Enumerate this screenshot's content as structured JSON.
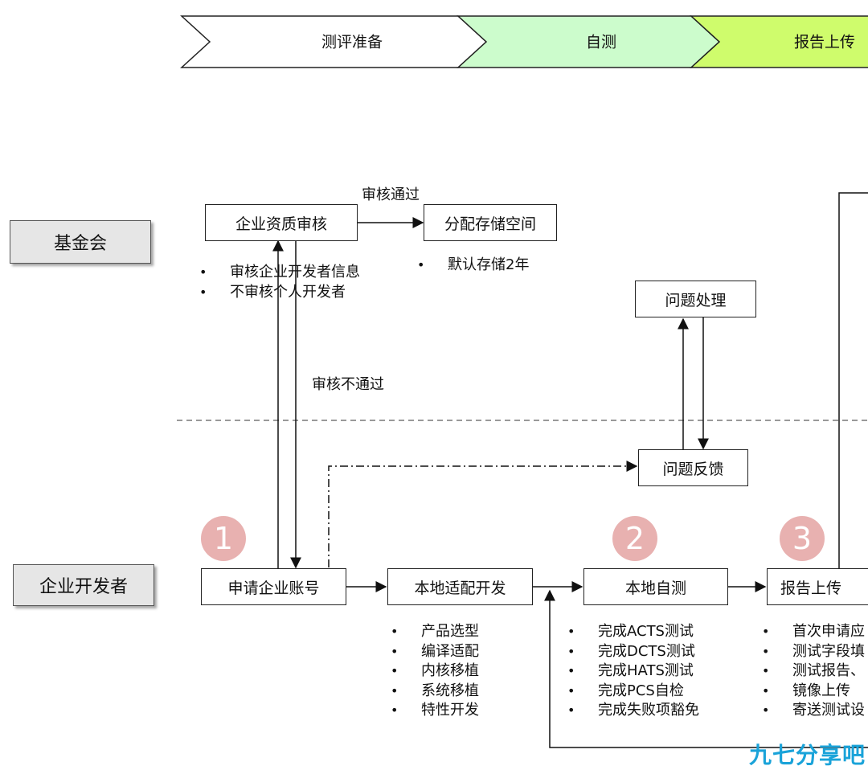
{
  "colors": {
    "phase1_fill": "#ffffff",
    "phase2_fill": "#ccfccc",
    "phase3_fill": "#cffc6c",
    "badge": "#e8b1b0",
    "role_fill": "#e6e6e6",
    "watermark": "#1aa3d9"
  },
  "phases": [
    "测评准备",
    "自测",
    "报告上传"
  ],
  "roles": {
    "foundation": "基金会",
    "developer": "企业开发者"
  },
  "nodes": {
    "qual_review": "企业资质审核",
    "alloc_storage": "分配存储空间",
    "issue_handle": "问题处理",
    "issue_feedback": "问题反馈",
    "apply_account": "申请企业账号",
    "local_dev": "本地适配开发",
    "self_test": "本地自测",
    "report_upload": "报告上传"
  },
  "edge_labels": {
    "pass": "审核通过",
    "fail": "审核不通过"
  },
  "notes": {
    "qual_review": [
      "审核企业开发者信息",
      "不审核个人开发者"
    ],
    "alloc_storage": [
      "默认存储2年"
    ],
    "local_dev": [
      "产品选型",
      "编译适配",
      "内核移植",
      "系统移植",
      "特性开发"
    ],
    "self_test": [
      "完成ACTS测试",
      "完成DCTS测试",
      "完成HATS测试",
      "完成PCS自检",
      "完成失败项豁免"
    ],
    "report_upload": [
      "首次申请应",
      "测试字段填",
      "测试报告、",
      "镜像上传",
      "寄送测试设"
    ]
  },
  "steps": [
    "1",
    "2",
    "3"
  ],
  "watermark": "九七分享吧"
}
